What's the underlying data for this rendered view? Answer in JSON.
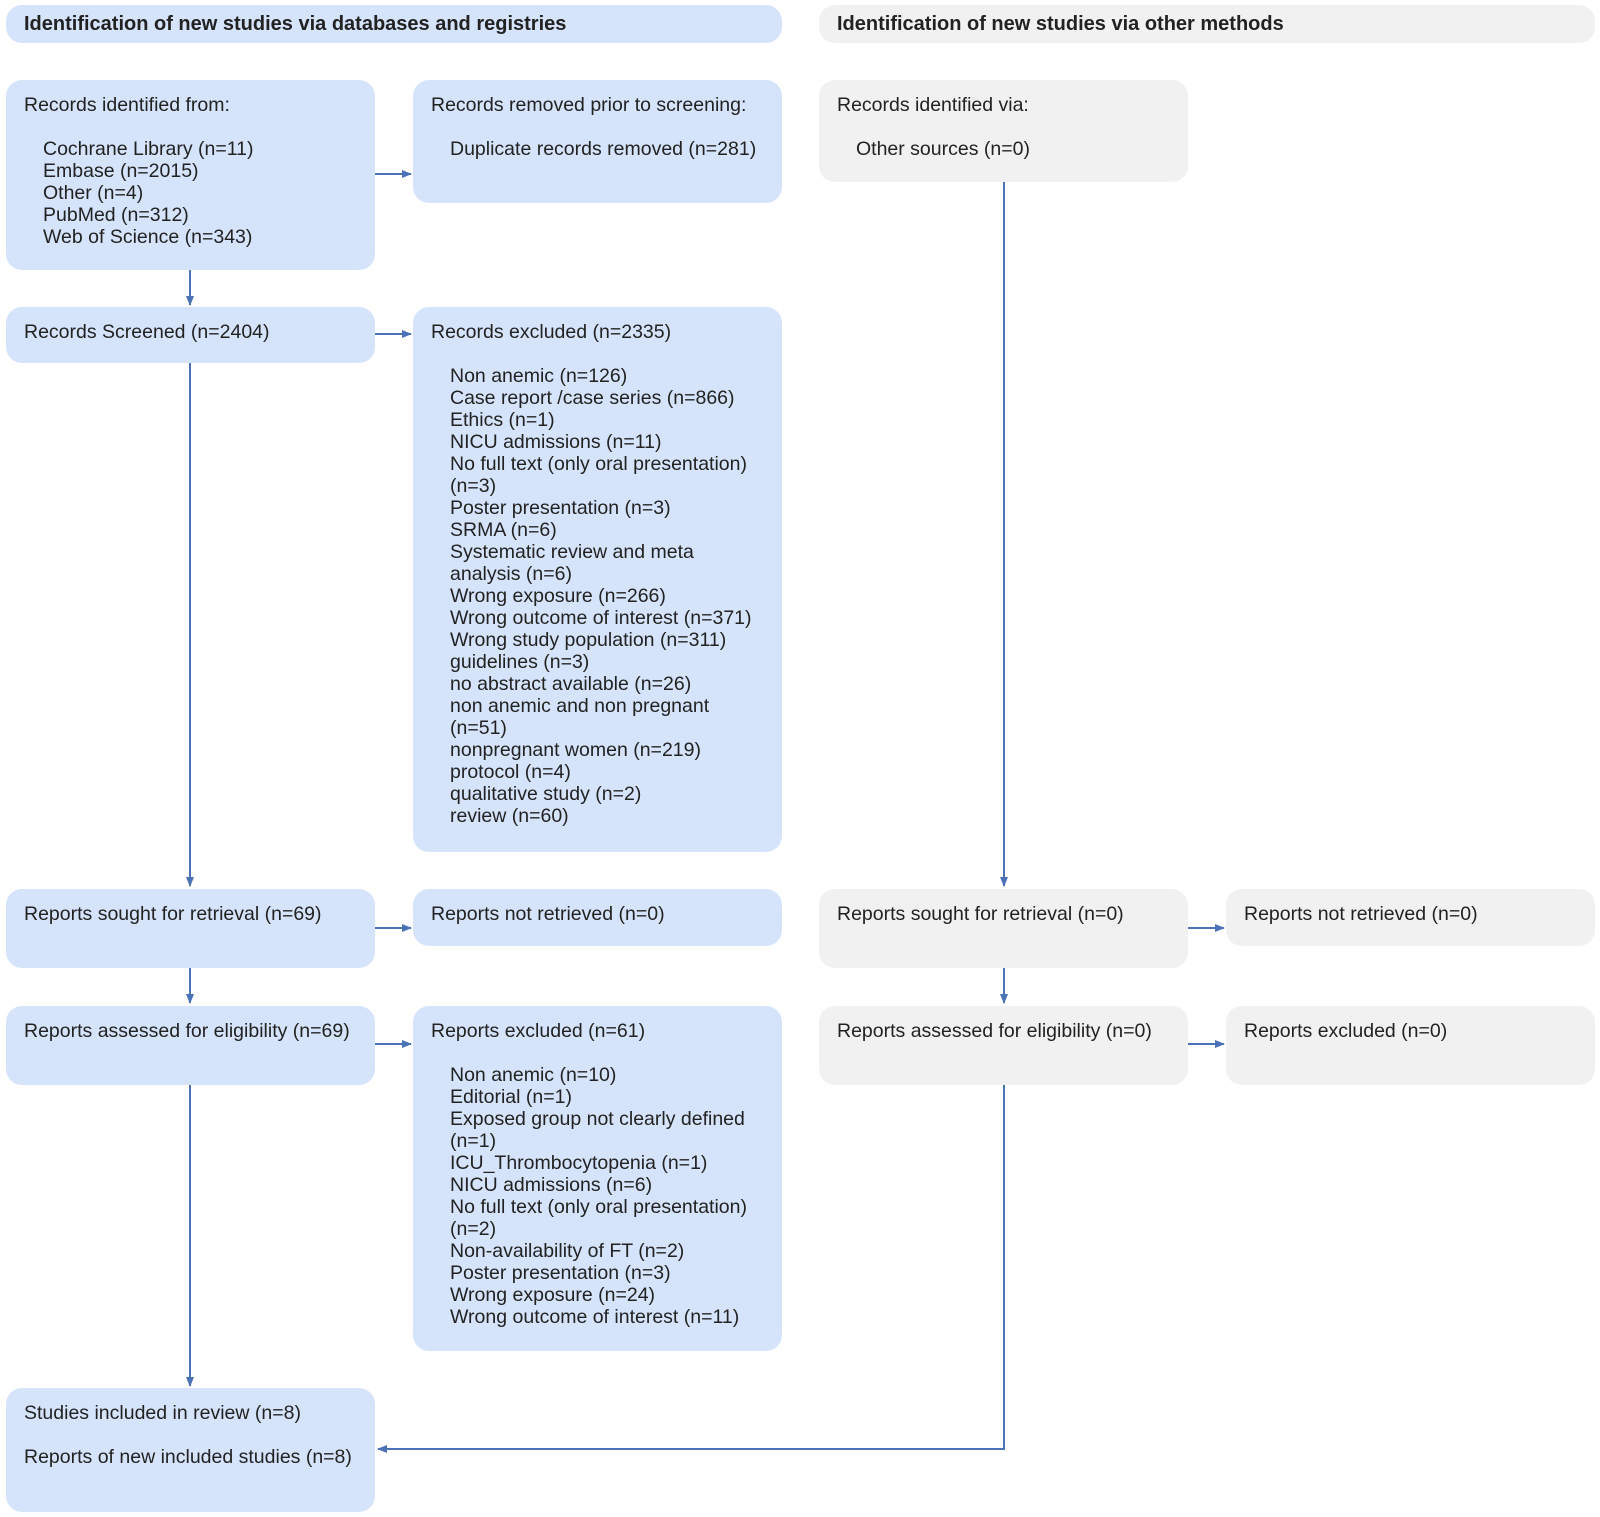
{
  "headers": {
    "databases": "Identification of new studies via databases and registries",
    "other_methods": "Identification of new studies via other methods"
  },
  "identification": {
    "title": "Records identified from:",
    "sources": [
      "Cochrane Library (n=11)",
      "Embase (n=2015)",
      "Other (n=4)",
      "PubMed (n=312)",
      "Web of Science (n=343)"
    ]
  },
  "removed": {
    "title": "Records removed prior to screening:",
    "item": "Duplicate records removed (n=281)"
  },
  "screened": {
    "title": "Records Screened (n=2404)"
  },
  "records_excluded": {
    "title": "Records excluded (n=2335)",
    "reasons": [
      "Non anemic (n=126)",
      "Case report /case series (n=866)",
      "Ethics (n=1)",
      "NICU admissions (n=11)",
      "No full text (only oral presentation) (n=3)",
      "Poster presentation (n=3)",
      "SRMA (n=6)",
      "Systematic review and meta analysis (n=6)",
      "Wrong exposure (n=266)",
      "Wrong outcome of interest (n=371)",
      "Wrong study population (n=311)",
      "guidelines (n=3)",
      "no abstract available (n=26)",
      "non anemic and non pregnant (n=51)",
      "nonpregnant women (n=219)",
      "protocol (n=4)",
      "qualitative study (n=2)",
      "review (n=60)"
    ]
  },
  "sought_db": {
    "title": "Reports sought for retrieval (n=69)"
  },
  "not_retrieved_db": {
    "title": "Reports not retrieved (n=0)"
  },
  "assessed_db": {
    "title": "Reports assessed for eligibility (n=69)"
  },
  "reports_excluded": {
    "title": "Reports excluded (n=61)",
    "reasons": [
      "Non anemic (n=10)",
      "Editorial (n=1)",
      "Exposed group not clearly defined (n=1)",
      "ICU_Thrombocytopenia (n=1)",
      "NICU admissions (n=6)",
      "No full text (only oral presentation) (n=2)",
      "Non-availability of FT (n=2)",
      "Poster presentation (n=3)",
      "Wrong exposure (n=24)",
      "Wrong outcome of interest (n=11)"
    ]
  },
  "included": {
    "studies": "Studies included in review (n=8)",
    "reports": "Reports of new included studies (n=8)"
  },
  "other_identification": {
    "title": "Records identified via:",
    "item": "Other sources (n=0)"
  },
  "sought_other": {
    "title": "Reports sought for retrieval (n=0)"
  },
  "not_retrieved_other": {
    "title": "Reports not retrieved (n=0)"
  },
  "assessed_other": {
    "title": "Reports assessed for eligibility (n=0)"
  },
  "excluded_other": {
    "title": "Reports excluded (n=0)"
  },
  "colors": {
    "box_blue": "#d6e4fb",
    "box_gray": "#f1f1f1",
    "connector": "#4a72b5"
  }
}
